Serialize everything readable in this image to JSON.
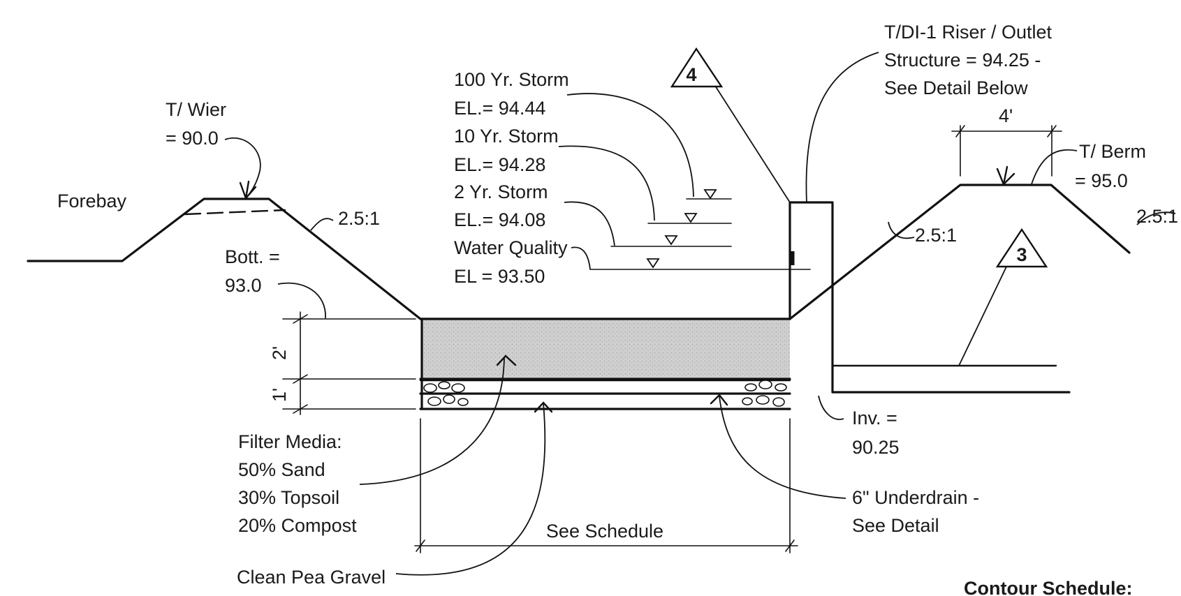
{
  "labels": {
    "forebay": "Forebay",
    "t_wier_1": "T/ Wier",
    "t_wier_2": "= 90.0",
    "slope_left": "2.5:1",
    "bott_1": "Bott. =",
    "bott_2": "93.0",
    "dim_2ft": "2'",
    "dim_1ft": "1'",
    "storm100_1": "100 Yr. Storm",
    "storm100_2": "EL.= 94.44",
    "storm10_1": "10 Yr. Storm",
    "storm10_2": "EL.= 94.28",
    "storm2_1": "2 Yr. Storm",
    "storm2_2": "EL.= 94.08",
    "wq_1": "Water Quality",
    "wq_2": "EL = 93.50",
    "tag_4": "4",
    "tag_3": "3",
    "riser_1": "T/DI-1 Riser / Outlet",
    "riser_2": "Structure = 94.25 -",
    "riser_3": "See Detail Below",
    "dim_4ft": "4'",
    "t_berm_1": "T/ Berm",
    "t_berm_2": "= 95.0",
    "slope_right_outer": "2.5:1",
    "slope_right_inner": "2.5:1",
    "inv_1": "Inv. =",
    "inv_2": "90.25",
    "filter_1": "Filter Media:",
    "filter_2": "50% Sand",
    "filter_3": "30% Topsoil",
    "filter_4": "20% Compost",
    "underdrain_1": "6\" Underdrain -",
    "underdrain_2": "See Detail",
    "see_schedule": "See Schedule",
    "pea_gravel": "Clean Pea Gravel",
    "contour_schedule": "Contour Schedule:"
  }
}
